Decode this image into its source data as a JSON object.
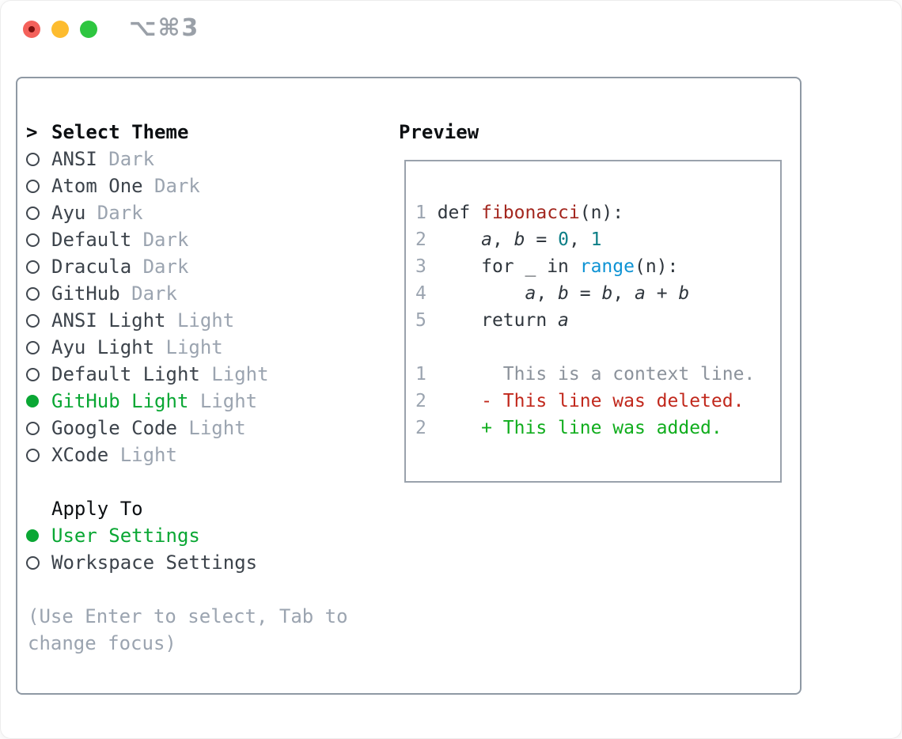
{
  "window": {
    "title": "⌥⌘3",
    "traffic_lights": [
      "close",
      "minimize",
      "zoom"
    ]
  },
  "theme_list": {
    "prompt": ">",
    "header": "Select Theme",
    "items": [
      {
        "name": "ANSI",
        "variant": "Dark",
        "selected": false
      },
      {
        "name": "Atom One",
        "variant": "Dark",
        "selected": false
      },
      {
        "name": "Ayu",
        "variant": "Dark",
        "selected": false
      },
      {
        "name": "Default",
        "variant": "Dark",
        "selected": false
      },
      {
        "name": "Dracula",
        "variant": "Dark",
        "selected": false
      },
      {
        "name": "GitHub",
        "variant": "Dark",
        "selected": false
      },
      {
        "name": "ANSI Light",
        "variant": "Light",
        "selected": false
      },
      {
        "name": "Ayu Light",
        "variant": "Light",
        "selected": false
      },
      {
        "name": "Default Light",
        "variant": "Light",
        "selected": false
      },
      {
        "name": "GitHub Light",
        "variant": "Light",
        "selected": true
      },
      {
        "name": "Google Code",
        "variant": "Light",
        "selected": false
      },
      {
        "name": "XCode",
        "variant": "Light",
        "selected": false
      }
    ]
  },
  "apply_to": {
    "header": "Apply To",
    "options": [
      {
        "label": "User Settings",
        "selected": true
      },
      {
        "label": "Workspace Settings",
        "selected": false
      }
    ]
  },
  "hint": "(Use Enter to select, Tab to change focus)",
  "preview": {
    "header": "Preview",
    "lines": [
      {
        "tokens": [
          [
            "1",
            "ln"
          ],
          [
            " def ",
            "pl"
          ],
          [
            "fibonacci",
            "red"
          ],
          [
            "(n):",
            "pl"
          ]
        ]
      },
      {
        "tokens": [
          [
            "2",
            "ln"
          ],
          [
            "     ",
            "pl"
          ],
          [
            "a",
            "var"
          ],
          [
            ", ",
            "pl"
          ],
          [
            "b",
            "var"
          ],
          [
            " = ",
            "pl"
          ],
          [
            "0",
            "teal"
          ],
          [
            ", ",
            "pl"
          ],
          [
            "1",
            "teal"
          ]
        ]
      },
      {
        "tokens": [
          [
            "3",
            "ln"
          ],
          [
            "     ",
            "pl"
          ],
          [
            "for _ in ",
            "pl"
          ],
          [
            "range",
            "blue"
          ],
          [
            "(n):",
            "pl"
          ]
        ]
      },
      {
        "tokens": [
          [
            "4",
            "ln"
          ],
          [
            "         ",
            "pl"
          ],
          [
            "a",
            "var"
          ],
          [
            ", ",
            "pl"
          ],
          [
            "b",
            "var"
          ],
          [
            " = ",
            "pl"
          ],
          [
            "b",
            "var"
          ],
          [
            ", ",
            "pl"
          ],
          [
            "a",
            "var"
          ],
          [
            " + ",
            "pl"
          ],
          [
            "b",
            "var"
          ]
        ]
      },
      {
        "tokens": [
          [
            "5",
            "ln"
          ],
          [
            "     ",
            "pl"
          ],
          [
            "return ",
            "pl"
          ],
          [
            "a",
            "var"
          ]
        ]
      },
      {
        "tokens": []
      },
      {
        "tokens": [
          [
            "1",
            "ln"
          ],
          [
            "       ",
            "pl"
          ],
          [
            "This is a context line.",
            "ctx"
          ]
        ]
      },
      {
        "tokens": [
          [
            "2",
            "ln"
          ],
          [
            "     ",
            "pl"
          ],
          [
            "- This line was deleted.",
            "del"
          ]
        ]
      },
      {
        "tokens": [
          [
            "2",
            "ln"
          ],
          [
            "     ",
            "pl"
          ],
          [
            "+ This line was added.",
            "add"
          ]
        ]
      }
    ]
  },
  "colors": {
    "accent-green": "#0aa734",
    "added-green": "#10ad1d",
    "deleted-red": "#c1281c",
    "function-red": "#a3271f",
    "builtin-blue": "#0e93d4",
    "number-teal": "#0c7e86",
    "code-plain": "#2f363d",
    "list-text": "#3c434b",
    "muted-gray": "#9ba4b0",
    "context-gray": "#8b929b",
    "panel-border": "#8f99a4",
    "preview-border": "#9aa2ac",
    "title-gray": "#9aa0a8",
    "traffic-red": "#f4615b",
    "traffic-red-dot": "#7c100e",
    "traffic-yellow": "#fdbc2f",
    "traffic-green": "#2ec640"
  }
}
